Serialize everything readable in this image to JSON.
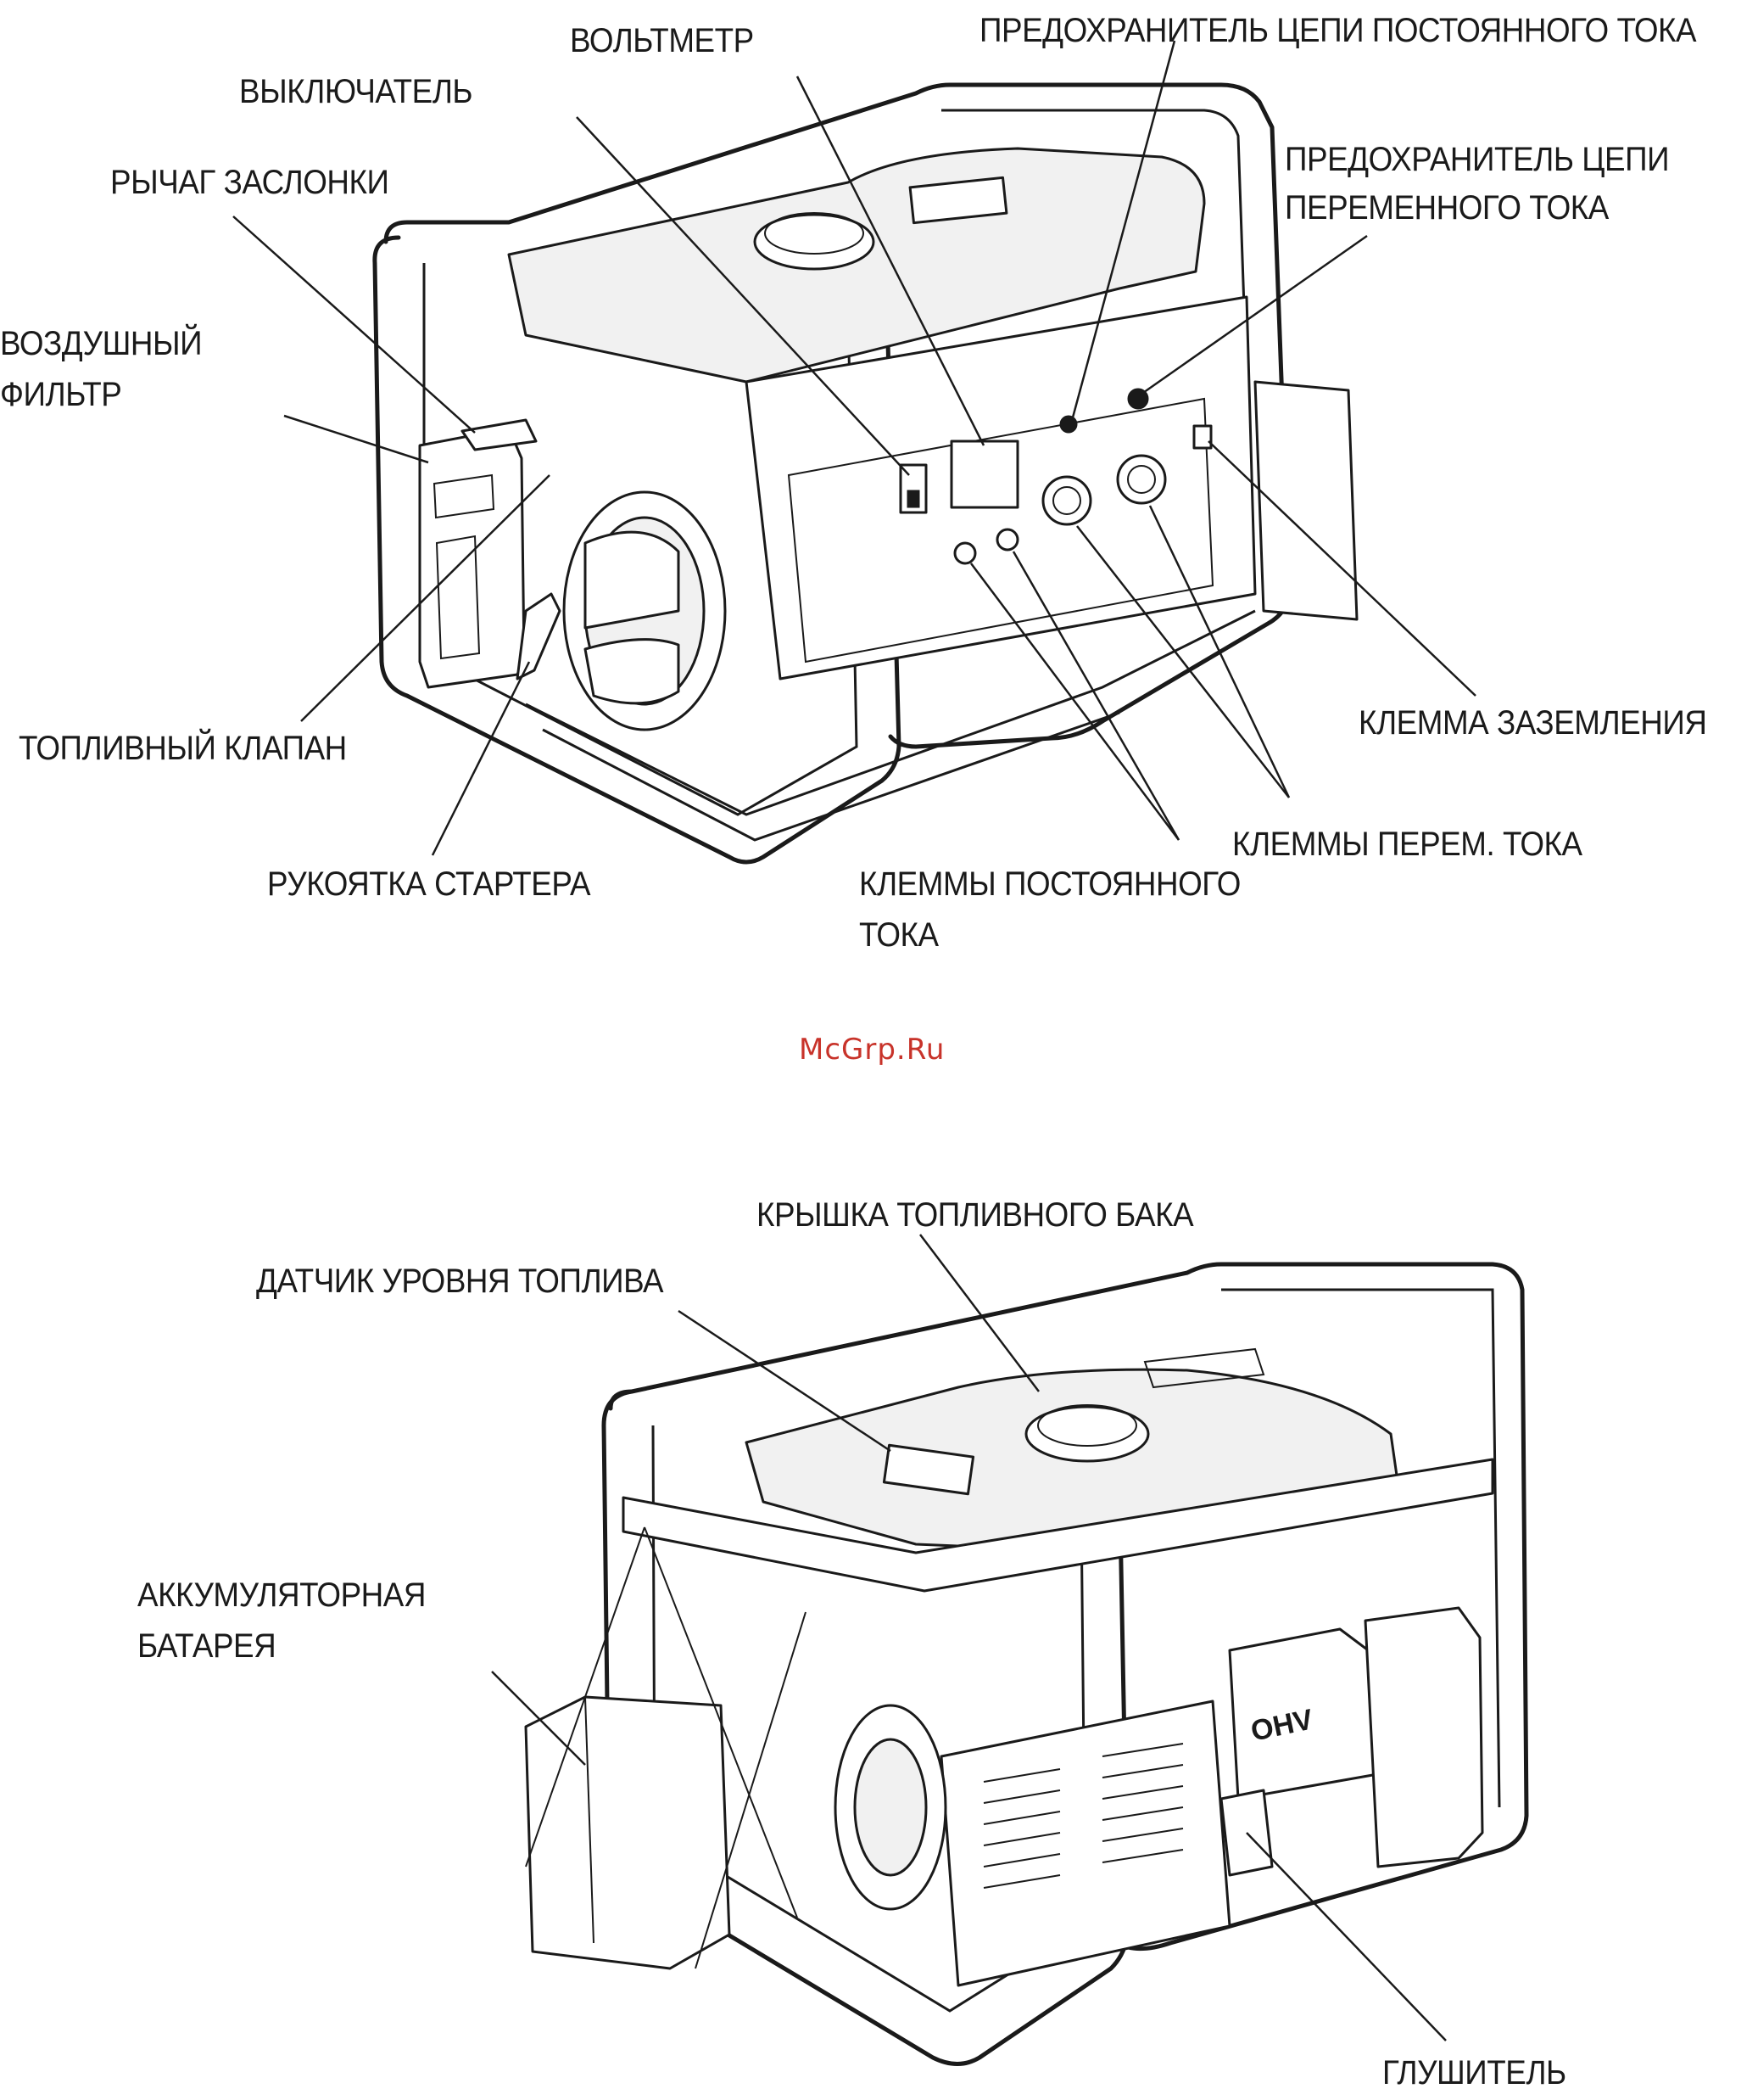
{
  "brand": "McGrp.Ru",
  "top_labels": {
    "voltmeter": "ВОЛЬТМЕТР",
    "dc_fuse": "ПРЕДОХРАНИТЕЛЬ ЦЕПИ ПОСТОЯННОГО ТОКА",
    "switch": "ВЫКЛЮЧАТЕЛЬ",
    "ac_fuse_line1": "ПРЕДОХРАНИТЕЛЬ ЦЕПИ",
    "ac_fuse_line2": "ПЕРЕМЕННОГО ТОКА",
    "choke_lever": "РЫЧАГ ЗАСЛОНКИ",
    "air_filter_line1": "ВОЗДУШНЫЙ",
    "air_filter_line2": "ФИЛЬТР",
    "fuel_valve": "ТОПЛИВНЫЙ КЛАПАН",
    "ground_terminal": "КЛЕММА ЗАЗЕМЛЕНИЯ",
    "starter_handle": "РУКОЯТКА СТАРТЕРА",
    "ac_terminals": "КЛЕММЫ ПЕРЕМ. ТОКА",
    "dc_terminals_line1": "КЛЕММЫ ПОСТОЯННОГО",
    "dc_terminals_line2": "ТОКА"
  },
  "bottom_labels": {
    "fuel_tank_cap": "КРЫШКА ТОПЛИВНОГО БАКА",
    "fuel_gauge": "ДАТЧИК УРОВНЯ ТОПЛИВА",
    "battery_line1": "АККУМУЛЯТОРНАЯ",
    "battery_line2": "БАТАРЕЯ",
    "muffler": "ГЛУШИТЕЛЬ"
  },
  "engine_badge": "OHV"
}
